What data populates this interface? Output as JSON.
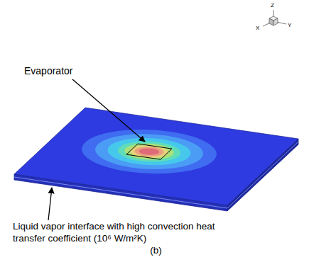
{
  "diagram": {
    "labels": [
      "Evaporator",
      "Liquid vapor interface with high convection heat transfer coefficient (10⁶ W/m²K)",
      "(b)",
      "Z",
      "X",
      "Y"
    ]
  }
}
